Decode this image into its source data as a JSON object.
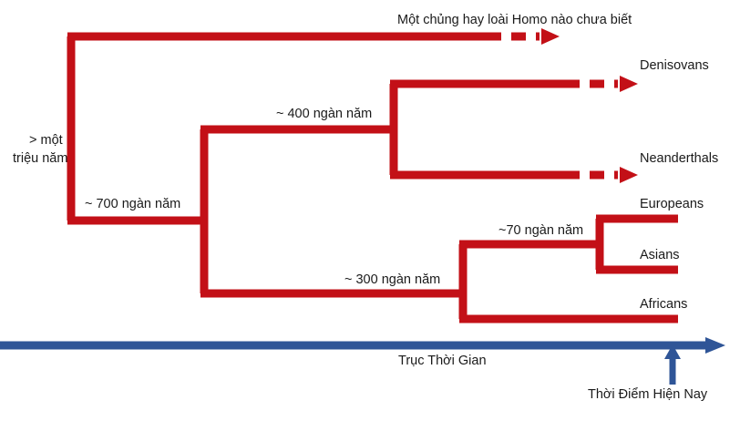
{
  "diagram": {
    "title_text": "Human evolution phylogenetic tree",
    "colors": {
      "branch_red": "#C31017",
      "timeline_blue": "#2F5597",
      "text_dark": "#1A1A1A"
    },
    "node_labels": [
      {
        "id": "root",
        "text": "> một\ntriệu năm",
        "line1": "> một",
        "line2": "triệu năm"
      },
      {
        "id": "split-700k",
        "text": "~ 700 ngàn năm"
      },
      {
        "id": "split-400k",
        "text": "~ 400 ngàn năm"
      },
      {
        "id": "split-300k",
        "text": "~ 300 ngàn năm"
      },
      {
        "id": "split-70k",
        "text": "~70 ngàn năm"
      }
    ],
    "root_label_line1": "> một",
    "root_label_line2": "triệu năm",
    "label_700k": "~ 700 ngàn năm",
    "label_400k": "~ 400 ngàn năm",
    "label_300k": "~ 300 ngàn năm",
    "label_70k": "~70 ngàn năm",
    "tips": [
      {
        "id": "unknown-homo",
        "label": "Một chủng hay loài Homo nào chưa biết",
        "dashed": true
      },
      {
        "id": "denisovans",
        "label": "Denisovans",
        "dashed": true
      },
      {
        "id": "neanderthals",
        "label": "Neanderthals",
        "dashed": true
      },
      {
        "id": "europeans",
        "label": "Europeans",
        "dashed": false
      },
      {
        "id": "asians",
        "label": "Asians",
        "dashed": false
      },
      {
        "id": "africans",
        "label": "Africans",
        "dashed": false
      }
    ],
    "tip_unknown_homo": "Một chủng hay loài Homo nào chưa biết",
    "tip_denisovans": "Denisovans",
    "tip_neanderthals": "Neanderthals",
    "tip_europeans": "Europeans",
    "tip_asians": "Asians",
    "tip_africans": "Africans",
    "timeline": {
      "axis_label": "Trục Thời Gian",
      "present_label": "Thời Điểm Hiện Nay"
    }
  }
}
